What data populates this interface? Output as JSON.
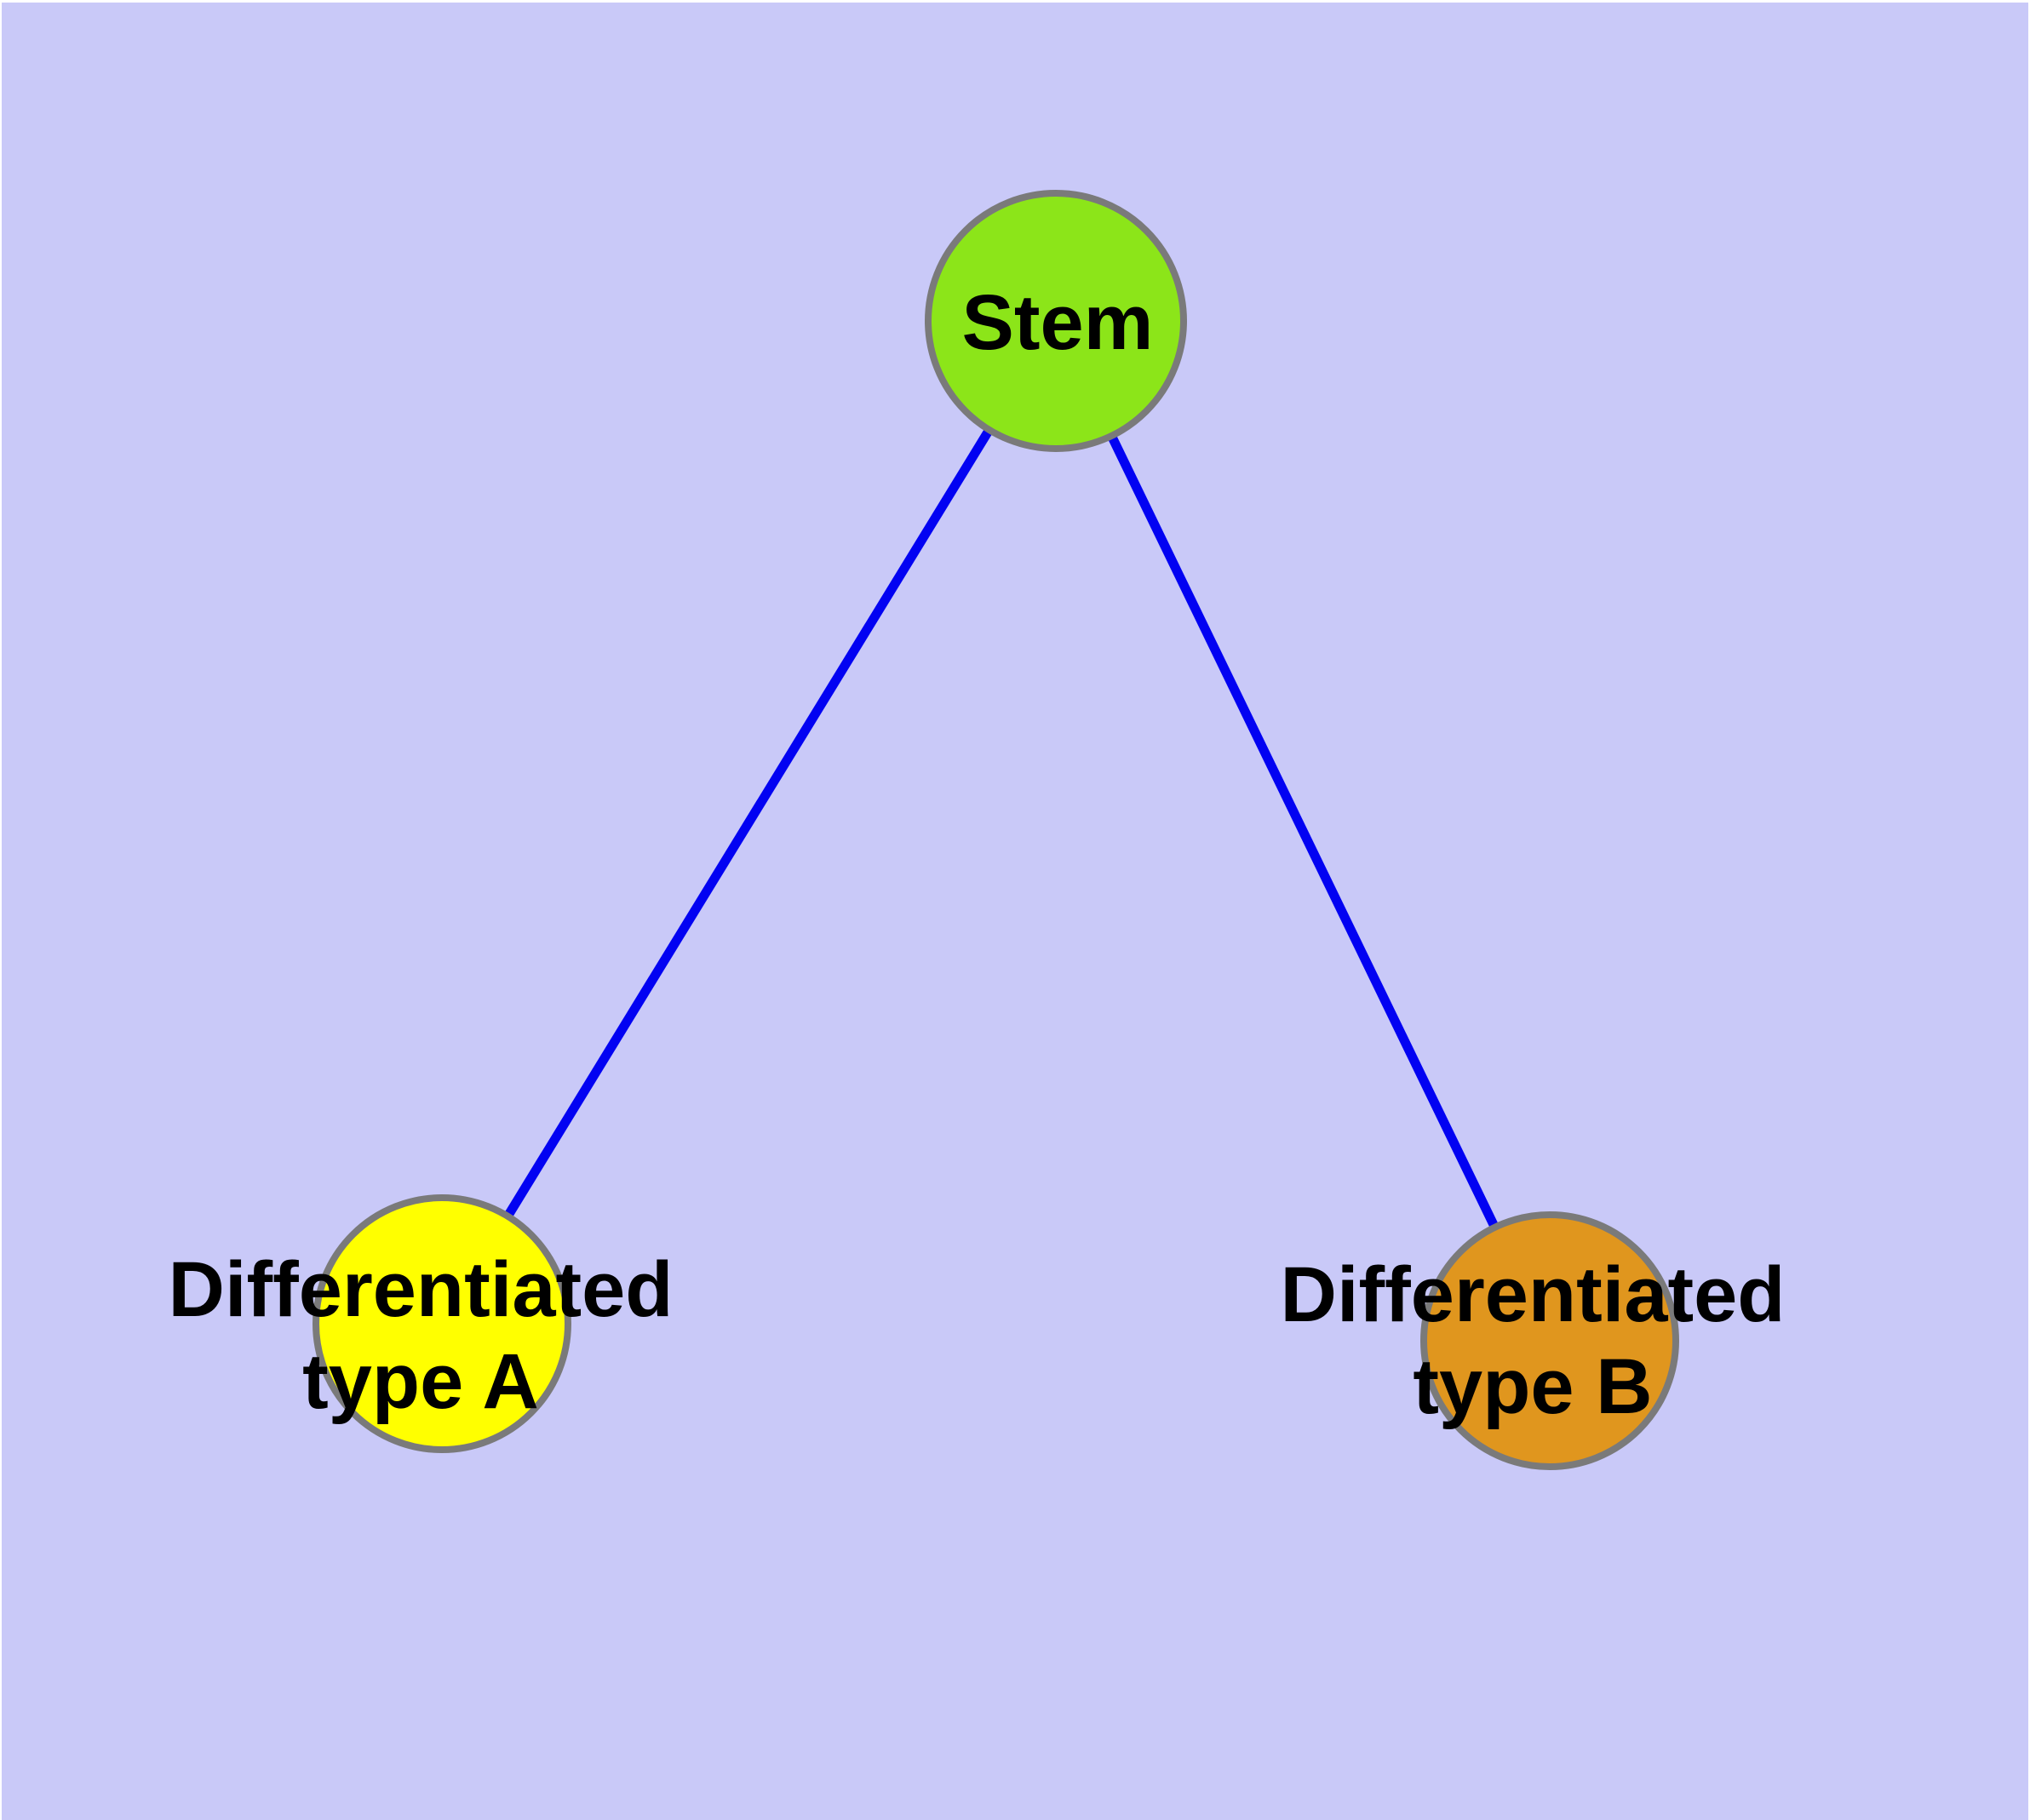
{
  "diagram": {
    "background_color": "#c9c9f8",
    "frame_color": "#ffffff",
    "edge_color": "#0202f2",
    "node_stroke_color": "#7a7a7a",
    "text_color": "#000000",
    "nodes": [
      {
        "id": "stem",
        "label": "Stem",
        "label_lines": [
          "Stem"
        ],
        "color": "#8ce519",
        "position": "top-center"
      },
      {
        "id": "differentiated-type-a",
        "label": "Differentiated type A",
        "label_lines": [
          "Differentiated",
          "type A"
        ],
        "color": "#ffff00",
        "position": "bottom-left"
      },
      {
        "id": "differentiated-type-b",
        "label": "Differentiated type B",
        "label_lines": [
          "Differentiated",
          "type B"
        ],
        "color": "#e0961e",
        "position": "bottom-right"
      }
    ],
    "edges": [
      {
        "from": "Stem",
        "to": "Differentiated type A"
      },
      {
        "from": "Stem",
        "to": "Differentiated type B"
      }
    ]
  }
}
